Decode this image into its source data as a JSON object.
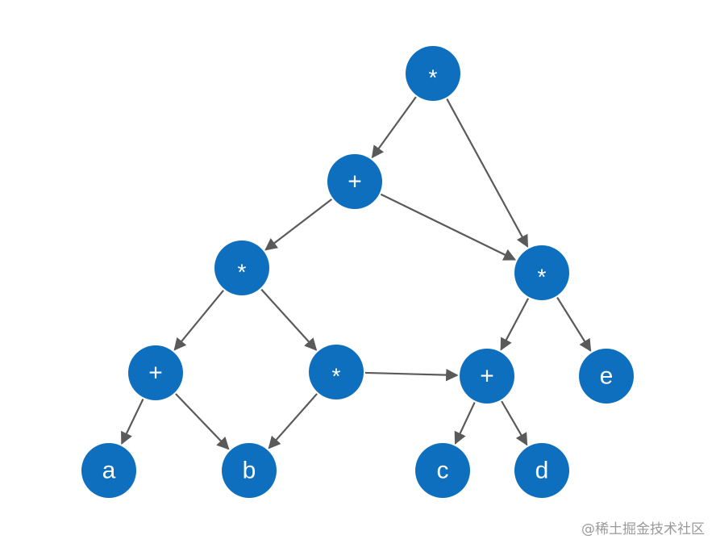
{
  "colors": {
    "node_fill": "#0d6fbd",
    "edge_stroke": "#5a5a5a",
    "label": "#ffffff"
  },
  "nodes": [
    {
      "id": "n1",
      "label": "*"
    },
    {
      "id": "n2",
      "label": "+"
    },
    {
      "id": "n3",
      "label": "*"
    },
    {
      "id": "n4",
      "label": "*"
    },
    {
      "id": "n5",
      "label": "+"
    },
    {
      "id": "n6",
      "label": "*"
    },
    {
      "id": "n7",
      "label": "+"
    },
    {
      "id": "n8",
      "label": "e"
    },
    {
      "id": "n9",
      "label": "a"
    },
    {
      "id": "n10",
      "label": "b"
    },
    {
      "id": "n11",
      "label": "c"
    },
    {
      "id": "n12",
      "label": "d"
    }
  ],
  "edges": [
    {
      "from": "n1",
      "to": "n2"
    },
    {
      "from": "n1",
      "to": "n4"
    },
    {
      "from": "n2",
      "to": "n3"
    },
    {
      "from": "n2",
      "to": "n4"
    },
    {
      "from": "n3",
      "to": "n5"
    },
    {
      "from": "n3",
      "to": "n6"
    },
    {
      "from": "n4",
      "to": "n7"
    },
    {
      "from": "n4",
      "to": "n8"
    },
    {
      "from": "n5",
      "to": "n9"
    },
    {
      "from": "n5",
      "to": "n10"
    },
    {
      "from": "n6",
      "to": "n10"
    },
    {
      "from": "n6",
      "to": "n7"
    },
    {
      "from": "n7",
      "to": "n11"
    },
    {
      "from": "n7",
      "to": "n12"
    }
  ],
  "watermark": "@稀土掘金技术社区"
}
